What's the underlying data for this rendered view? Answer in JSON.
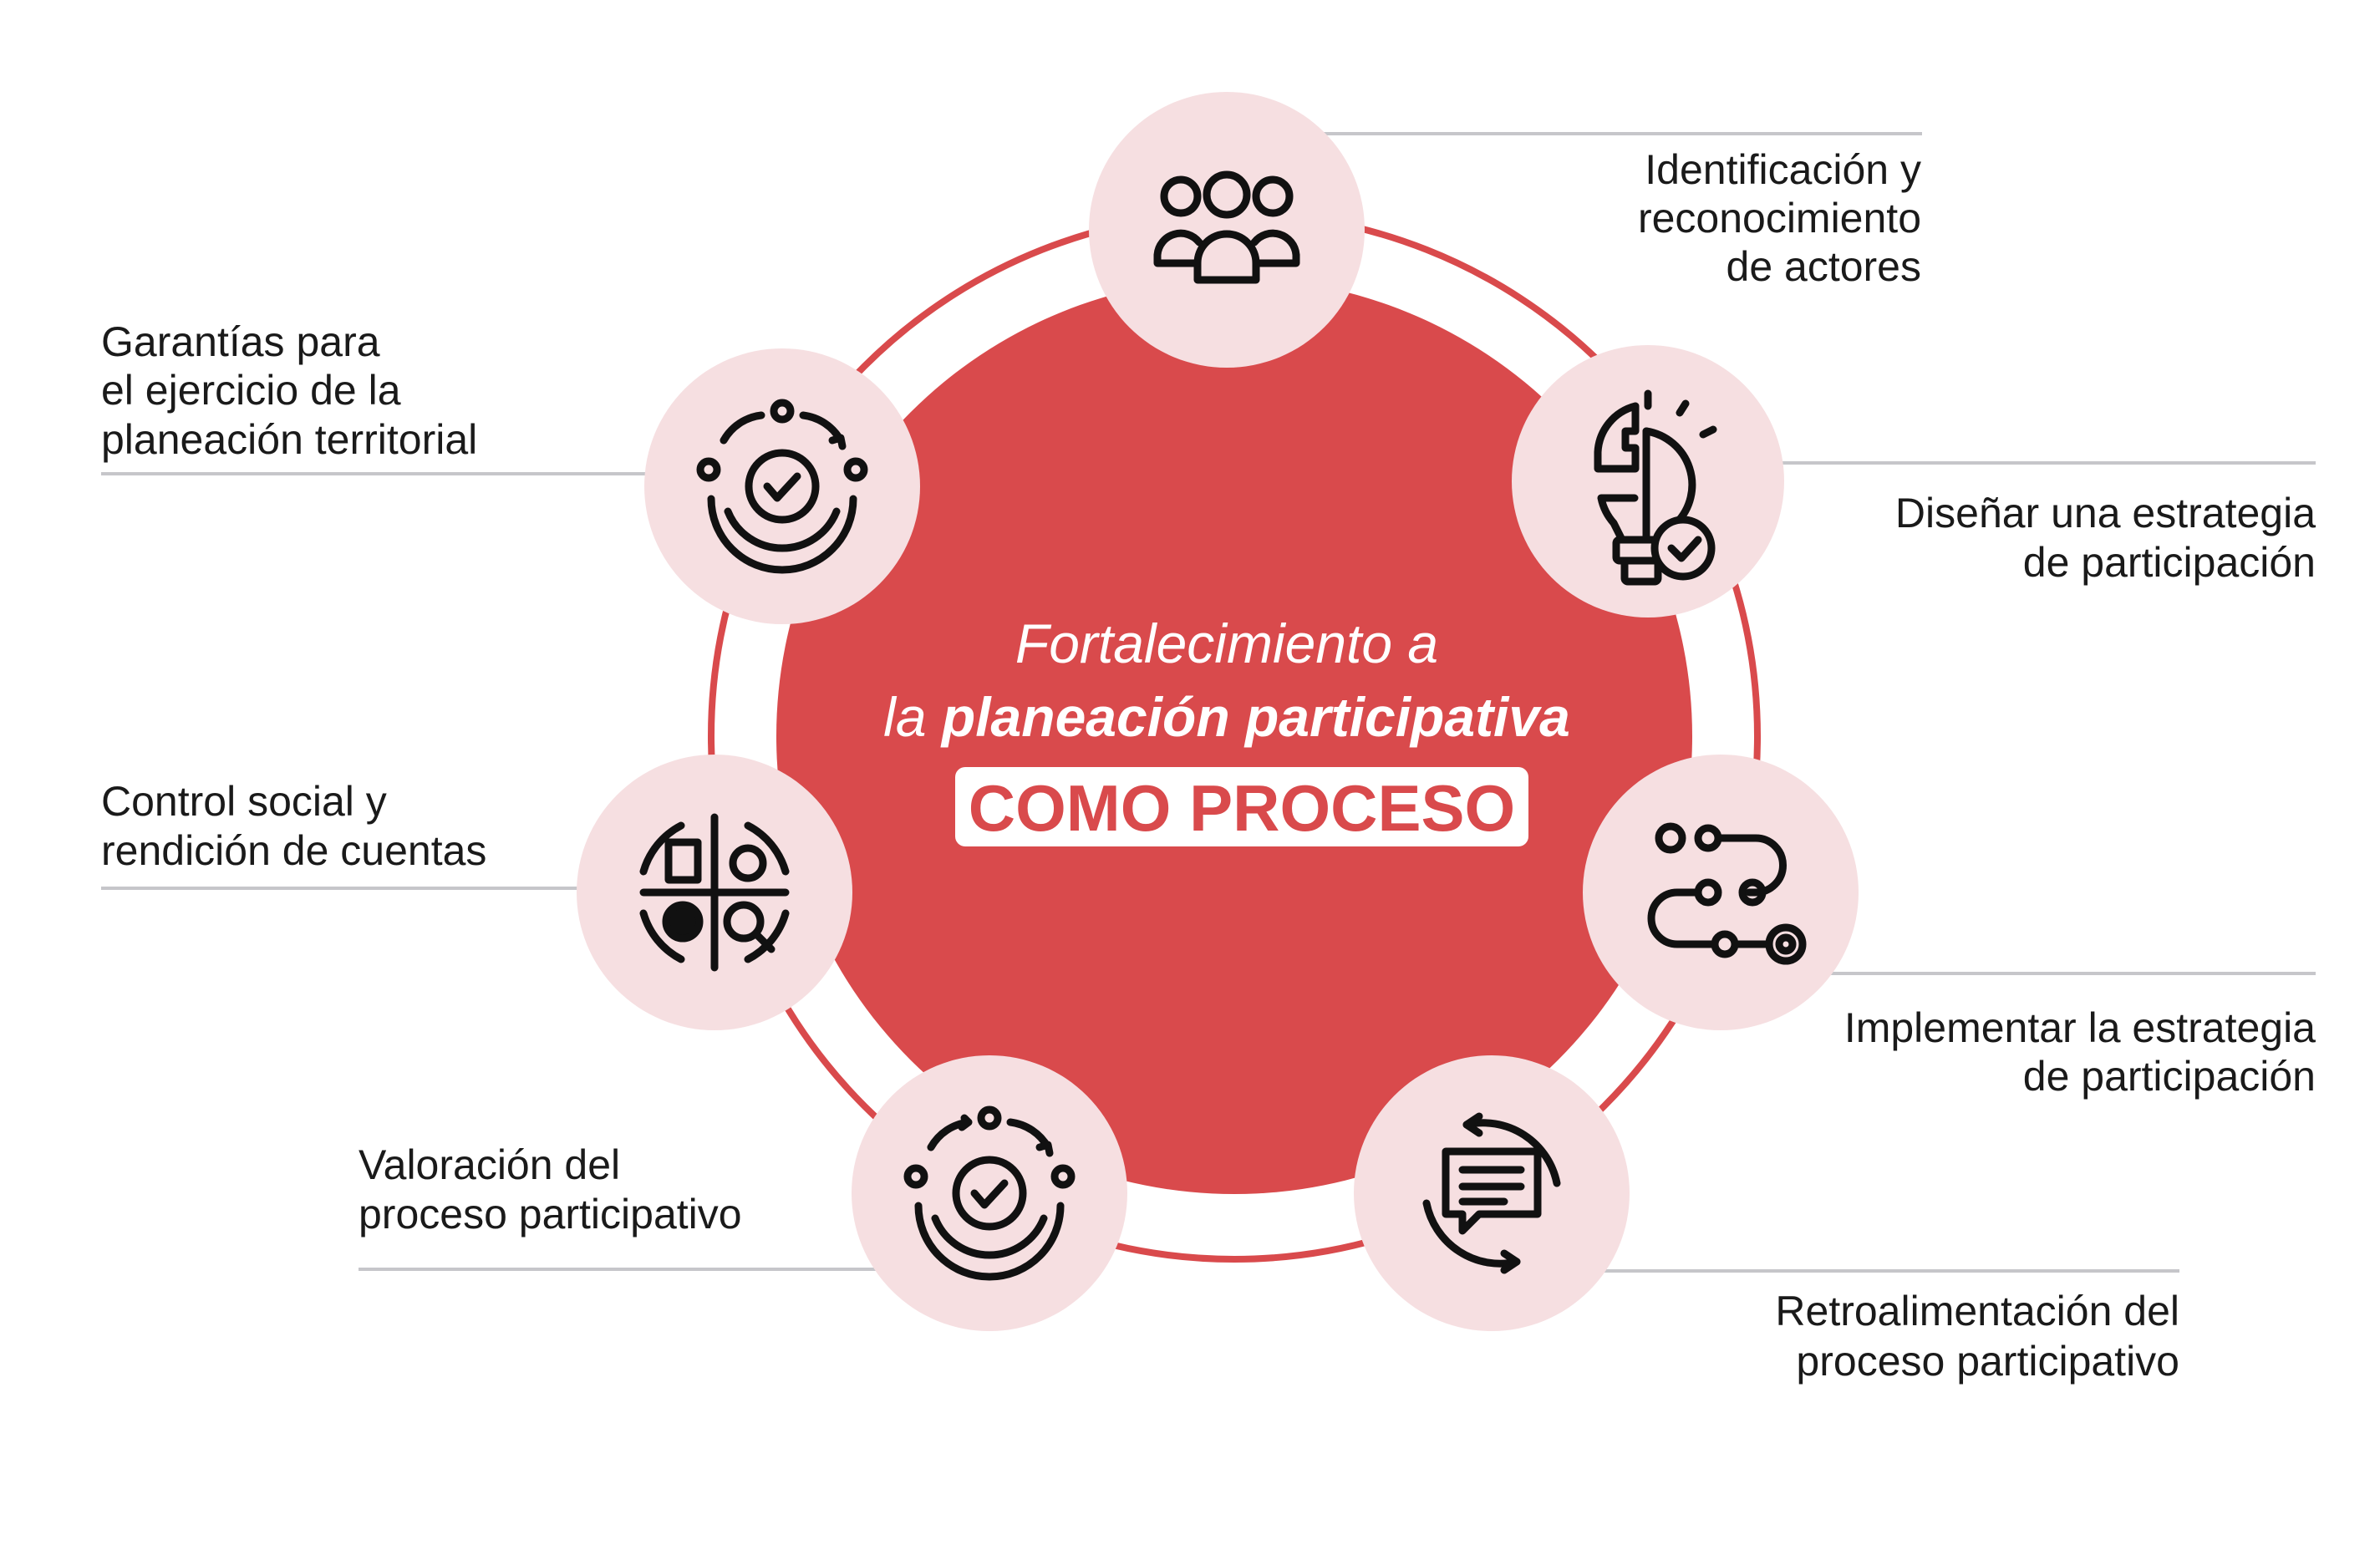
{
  "colors": {
    "accent": "#d94a4c",
    "node_fill": "#f6dfe1",
    "line": "#c6c6ca",
    "box": "#ffffff"
  },
  "center": {
    "line1": "Fortalecimiento a",
    "line2_prefix": "la ",
    "line2_bold": "planeación participativa",
    "badge": "COMO PROCESO"
  },
  "steps": [
    {
      "icon": "people-group-icon",
      "lines": [
        "Identificación y",
        "reconocimiento",
        "de actores"
      ]
    },
    {
      "icon": "lightbulb-puzzle-check-icon",
      "lines": [
        "Diseñar una estrategia",
        "de participación"
      ]
    },
    {
      "icon": "roadmap-path-target-icon",
      "lines": [
        "Implementar la estrategia",
        "de participación"
      ]
    },
    {
      "icon": "feedback-chat-cycle-icon",
      "lines": [
        "Retroalimentación del",
        "proceso participativo"
      ]
    },
    {
      "icon": "gear-check-cycle-icon",
      "lines": [
        "Valoración del",
        "proceso participativo"
      ]
    },
    {
      "icon": "quadrant-audit-cycle-icon",
      "lines": [
        "Control social y",
        "rendición de cuentas"
      ]
    },
    {
      "icon": "gear-check-cycle-icon",
      "lines": [
        "Garantías para",
        "el ejercicio de la",
        "planeación territorial"
      ]
    }
  ]
}
